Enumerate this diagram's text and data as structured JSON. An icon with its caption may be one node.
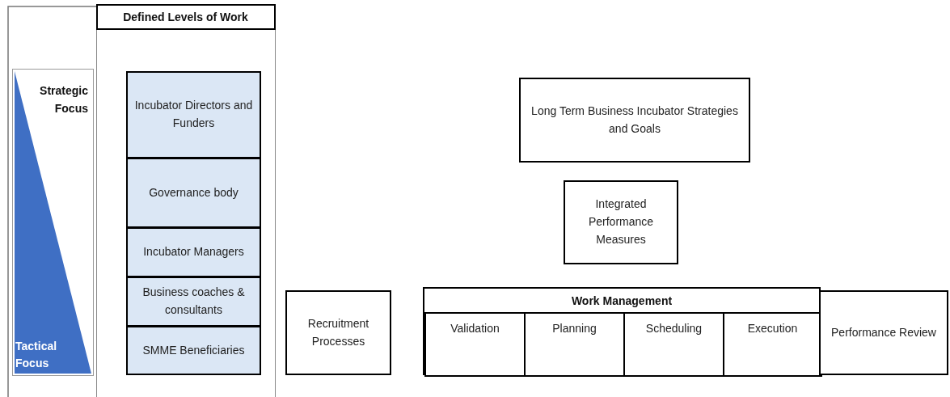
{
  "diagram": {
    "nodes": [
      {
        "text": [
          "Strategic Focus",
          "Tactical Focus"
        ]
      },
      {
        "text": [
          "Defined Levels of Work"
        ]
      },
      {
        "text": [
          "Incubator Directors and Funders"
        ],
        "in": 1
      },
      {
        "text": [
          "Governance body"
        ],
        "in": 1
      },
      {
        "text": [
          "Incubator Managers"
        ],
        "in": 1
      },
      {
        "text": [
          "Business coaches & consultants"
        ],
        "in": 1
      },
      {
        "text": [
          "SMME Beneficiaries"
        ],
        "in": 1
      },
      {
        "text": [
          "Long Term Business Incubator Strategies and Goals"
        ]
      },
      {
        "text": [
          "Integrated Performance Measures"
        ]
      },
      {
        "text": [
          "Recruitment Processes"
        ]
      },
      {
        "text": [
          "Work Management"
        ]
      },
      {
        "text": [
          "Validation"
        ],
        "in": 10
      },
      {
        "text": [
          "Planning"
        ],
        "in": 10
      },
      {
        "text": [
          "Scheduling"
        ],
        "in": 10
      },
      {
        "text": [
          "Execution"
        ],
        "in": 10
      },
      {
        "text": [
          "Performance Review"
        ]
      }
    ],
    "edges": []
  }
}
